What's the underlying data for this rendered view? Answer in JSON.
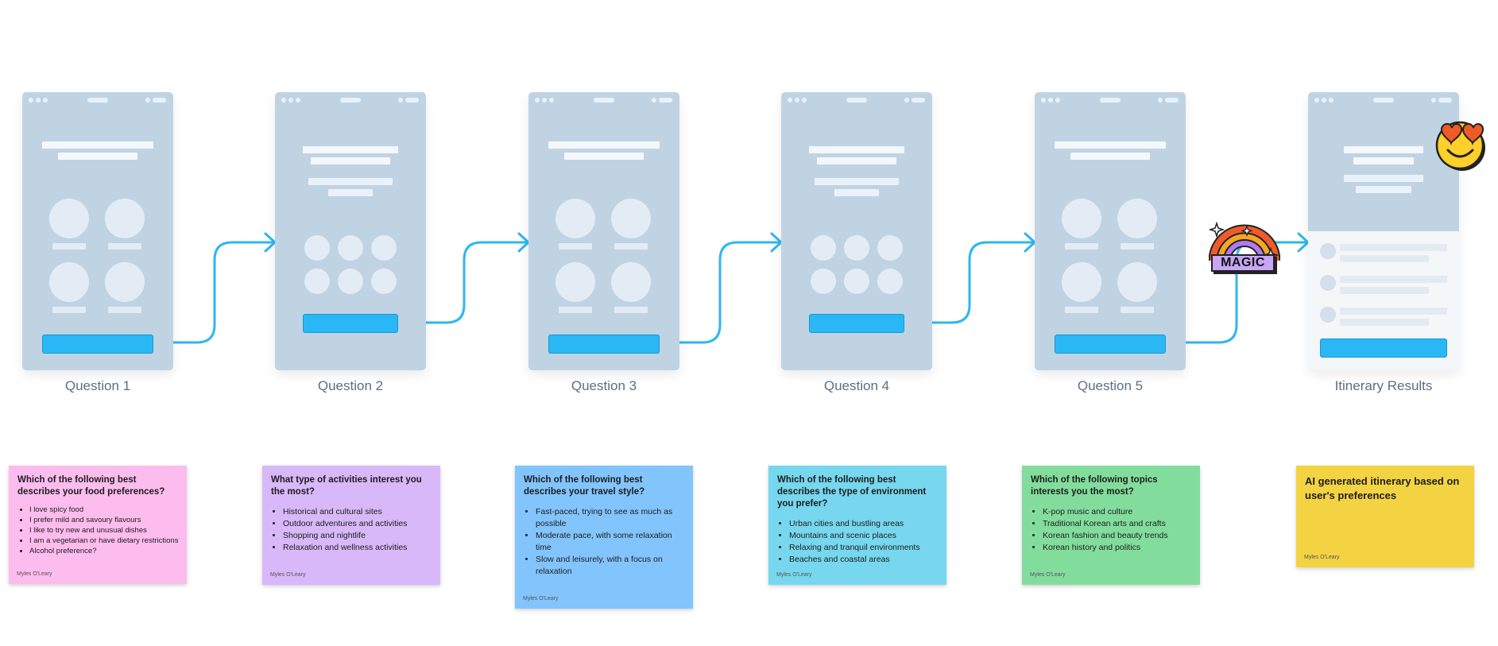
{
  "screens": [
    {
      "caption": "Question 1"
    },
    {
      "caption": "Question 2"
    },
    {
      "caption": "Question 3"
    },
    {
      "caption": "Question 4"
    },
    {
      "caption": "Question 5"
    },
    {
      "caption": "Itinerary Results"
    }
  ],
  "sticker_text": "MAGIC",
  "notes": [
    {
      "color": "#fdbcee",
      "title": "Which of the following best describes your food preferences?",
      "items": [
        "I love spicy food",
        "I prefer mild and savoury flavours",
        "I like to try new and unusual dishes",
        "I am a vegetarian or have dietary restrictions",
        "Alcohol preference?"
      ],
      "author": "Myles O'Leary"
    },
    {
      "color": "#d8b8f8",
      "title": "What type of activities interest you the most?",
      "items": [
        "Historical and cultural sites",
        "Outdoor adventures and activities",
        "Shopping and nightlife",
        "Relaxation and wellness activities"
      ],
      "author": "Myles O'Leary"
    },
    {
      "color": "#82c4fc",
      "title": "Which of the following best describes your travel style?",
      "items": [
        "Fast-paced, trying to see as much as possible",
        "Moderate pace, with some relaxation time",
        "Slow and leisurely, with a focus on relaxation"
      ],
      "author": "Myles O'Leary"
    },
    {
      "color": "#76d7ee",
      "title": "Which of the following best describes the type of environment you prefer?",
      "items": [
        "Urban cities and bustling areas",
        "Mountains and scenic places",
        "Relaxing and tranquil environments",
        "Beaches and coastal areas"
      ],
      "author": "Myles O'Leary"
    },
    {
      "color": "#82dd9d",
      "title": "Which of the following topics interests you the most?",
      "items": [
        "K-pop music and culture",
        "Traditional Korean arts and crafts",
        "Korean fashion and beauty trends",
        "Korean history and politics"
      ],
      "author": "Myles O'Leary"
    },
    {
      "color": "#f4d343",
      "title": "AI generated itinerary based on user's preferences",
      "items": [],
      "author": "Myles O'Leary"
    }
  ]
}
